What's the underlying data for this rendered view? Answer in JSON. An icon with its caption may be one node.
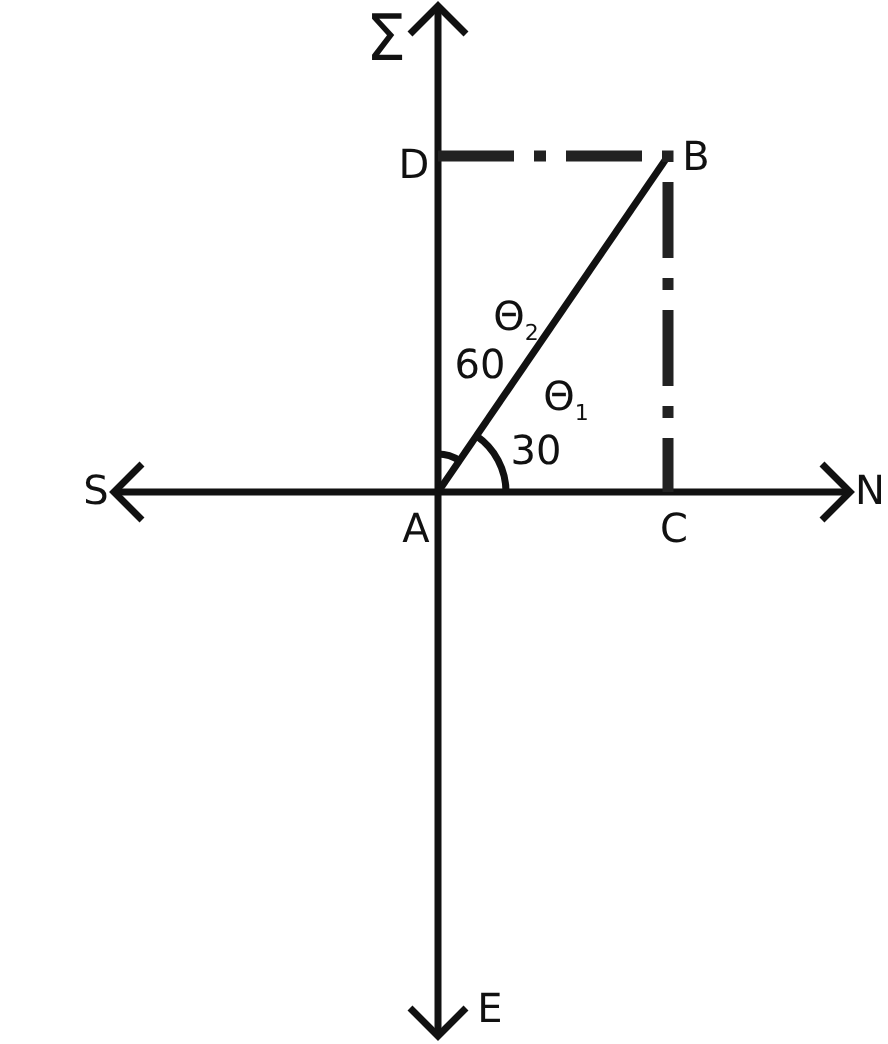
{
  "diagram": {
    "labels": [
      "Σ",
      "D",
      "B",
      "Θ$_{2}$",
      "60",
      "Θ$_{1}$",
      "30",
      "S",
      "N",
      "A",
      "C",
      "E"
    ]
  }
}
